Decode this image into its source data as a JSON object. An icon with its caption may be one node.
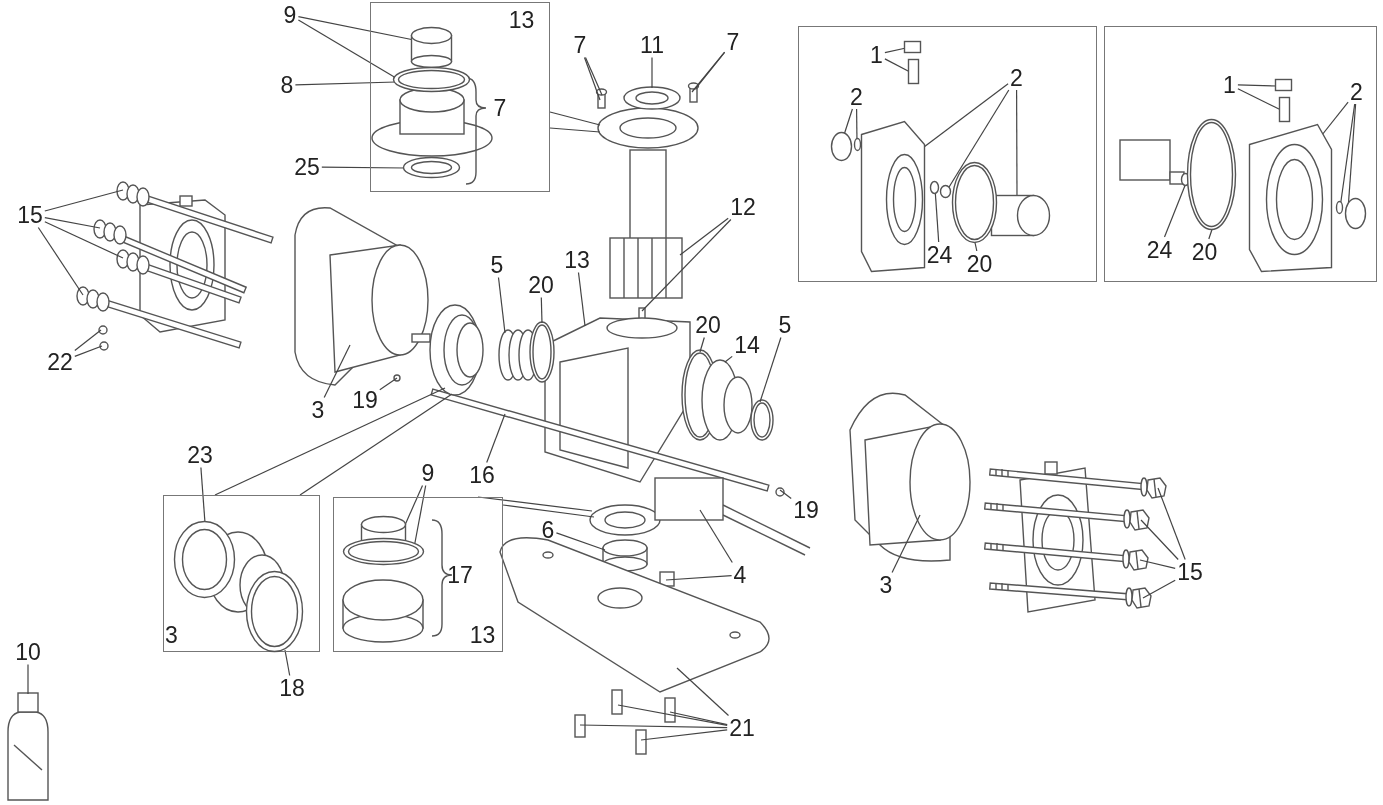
{
  "diagram": {
    "nodes": [
      {
        "text": [
          "9"
        ]
      },
      {
        "text": [
          "13"
        ]
      },
      {
        "text": [
          "8"
        ]
      },
      {
        "text": [
          "25"
        ]
      },
      {
        "text": [
          "7"
        ]
      },
      {
        "text": [
          "11"
        ]
      },
      {
        "text": [
          "7"
        ]
      },
      {
        "text": [],
        "shape": "box"
      },
      {
        "text": [
          "1"
        ],
        "in": 7
      },
      {
        "text": [
          "2"
        ],
        "in": 7
      },
      {
        "text": [
          "2"
        ],
        "in": 7
      },
      {
        "text": [
          "24"
        ],
        "in": 7
      },
      {
        "text": [
          "20"
        ],
        "in": 7
      },
      {
        "text": [],
        "shape": "box"
      },
      {
        "text": [
          "1"
        ],
        "in": 13
      },
      {
        "text": [
          "2"
        ],
        "in": 13
      },
      {
        "text": [
          "24"
        ],
        "in": 13
      },
      {
        "text": [
          "20"
        ],
        "in": 13
      },
      {
        "text": [
          "12"
        ]
      },
      {
        "text": [
          "15"
        ]
      },
      {
        "text": [
          "5"
        ]
      },
      {
        "text": [
          "13"
        ]
      },
      {
        "text": [
          "20"
        ]
      },
      {
        "text": [
          "20"
        ]
      },
      {
        "text": [
          "14"
        ]
      },
      {
        "text": [
          "5"
        ]
      },
      {
        "text": [
          "22"
        ]
      },
      {
        "text": [
          "3"
        ]
      },
      {
        "text": [
          "19"
        ]
      },
      {
        "text": [
          "16"
        ]
      },
      {
        "text": [
          "23"
        ]
      },
      {
        "text": [
          "9"
        ]
      },
      {
        "text": [
          "3"
        ]
      },
      {
        "text": [
          "13"
        ]
      },
      {
        "text": [
          "19"
        ]
      },
      {
        "text": [
          "6"
        ]
      },
      {
        "text": [
          "4"
        ]
      },
      {
        "text": [
          "3"
        ]
      },
      {
        "text": [
          "15"
        ]
      },
      {
        "text": [
          "10"
        ]
      },
      {
        "text": [
          "18"
        ]
      },
      {
        "text": [
          "21"
        ]
      },
      {
        "text": [],
        "shape": "cylinder",
        "in": 1
      },
      {
        "text": [],
        "shape": "circle",
        "in": 1
      },
      {
        "text": [],
        "shape": "circle",
        "in": 1
      },
      {
        "text": [],
        "shape": "circle"
      },
      {
        "text": [],
        "shape": "cylinder"
      },
      {
        "text": [],
        "shape": "circle"
      },
      {
        "text": [],
        "shape": "cylinder"
      },
      {
        "text": [],
        "shape": "box",
        "in": 7
      },
      {
        "text": [],
        "shape": "box",
        "in": 7
      },
      {
        "text": [],
        "shape": "circle",
        "in": 7
      },
      {
        "text": [],
        "shape": "circle",
        "in": 7
      },
      {
        "text": [],
        "shape": "picture",
        "in": 7
      },
      {
        "text": [],
        "shape": "circle",
        "in": 7
      },
      {
        "text": [],
        "shape": "cylinder",
        "in": 7
      },
      {
        "text": [],
        "shape": "circle",
        "in": 7
      },
      {
        "text": [],
        "shape": "circle",
        "in": 7
      },
      {
        "text": [],
        "shape": "box",
        "in": 13
      },
      {
        "text": [],
        "shape": "box",
        "in": 13
      },
      {
        "text": [],
        "shape": "picture",
        "in": 13
      },
      {
        "text": [],
        "shape": "circle",
        "in": 13
      },
      {
        "text": [],
        "shape": "circle",
        "in": 13
      },
      {
        "text": [],
        "shape": "circle",
        "in": 13
      },
      {
        "text": [],
        "shape": "circle",
        "in": 13
      },
      {
        "text": [],
        "shape": "picture"
      },
      {
        "text": [],
        "shape": "box"
      },
      {
        "text": [],
        "shape": "picture"
      },
      {
        "text": [],
        "shape": "picture"
      },
      {
        "text": [],
        "shape": "picture"
      },
      {
        "text": [],
        "shape": "picture"
      },
      {
        "text": [],
        "shape": "picture"
      },
      {
        "text": [],
        "shape": "picture"
      },
      {
        "text": [],
        "shape": "circle"
      },
      {
        "text": [],
        "shape": "circle"
      },
      {
        "text": [],
        "shape": "circle"
      },
      {
        "text": [],
        "shape": "circle"
      },
      {
        "text": [],
        "shape": "circle"
      },
      {
        "text": [],
        "shape": "circle"
      },
      {
        "text": [],
        "shape": "picture"
      },
      {
        "text": [],
        "shape": "circle"
      },
      {
        "text": [],
        "shape": "bar"
      },
      {
        "text": [],
        "shape": "circle",
        "in": 32
      },
      {
        "text": [],
        "shape": "cylinder",
        "in": 33
      },
      {
        "text": [],
        "shape": "circle",
        "in": 33
      },
      {
        "text": [],
        "shape": "circle"
      },
      {
        "text": [],
        "shape": "circle"
      },
      {
        "text": [],
        "shape": "circle"
      },
      {
        "text": [],
        "shape": "cylinder"
      },
      {
        "text": [],
        "shape": "box"
      },
      {
        "text": [],
        "shape": "box"
      },
      {
        "text": [],
        "shape": "picture"
      },
      {
        "text": [],
        "shape": "picture"
      },
      {
        "text": [],
        "shape": "picture"
      },
      {
        "text": [],
        "shape": "picture"
      },
      {
        "text": [],
        "shape": "picture"
      },
      {
        "text": [],
        "shape": "picture"
      },
      {
        "text": [],
        "shape": "circle",
        "in": 32
      },
      {
        "text": [],
        "shape": "picture"
      },
      {
        "text": [],
        "shape": "box"
      },
      {
        "text": [],
        "shape": "box"
      },
      {
        "text": [],
        "shape": "box"
      },
      {
        "text": [],
        "shape": "box"
      }
    ],
    "edges": [
      {
        "from": 0,
        "to": 42,
        "arrow": "none"
      },
      {
        "from": 0,
        "to": 43,
        "arrow": "none"
      },
      {
        "from": 1,
        "to": 45,
        "arrow": "none"
      },
      {
        "from": 1,
        "to": 45,
        "arrow": "none"
      },
      {
        "from": 2,
        "to": 43,
        "arrow": "none"
      },
      {
        "from": 3,
        "to": 44,
        "arrow": "none"
      },
      {
        "from": 4,
        "to": 46,
        "arrow": "none"
      },
      {
        "from": 4,
        "to": 46,
        "arrow": "none"
      },
      {
        "from": 5,
        "to": 47,
        "arrow": "none"
      },
      {
        "from": 6,
        "to": 48,
        "arrow": "none"
      },
      {
        "from": 6,
        "to": 48,
        "arrow": "none"
      },
      {
        "from": 8,
        "to": 49,
        "arrow": "none"
      },
      {
        "from": 8,
        "to": 50,
        "arrow": "none"
      },
      {
        "from": 9,
        "to": 51,
        "arrow": "none"
      },
      {
        "from": 9,
        "to": 52,
        "arrow": "none"
      },
      {
        "from": 10,
        "to": 53,
        "arrow": "none"
      },
      {
        "from": 10,
        "to": 54,
        "arrow": "none"
      },
      {
        "from": 10,
        "to": 55,
        "arrow": "none"
      },
      {
        "from": 11,
        "to": 56,
        "arrow": "none"
      },
      {
        "from": 12,
        "to": 57,
        "arrow": "none"
      },
      {
        "from": 14,
        "to": 58,
        "arrow": "none"
      },
      {
        "from": 14,
        "to": 59,
        "arrow": "none"
      },
      {
        "from": 15,
        "to": 60,
        "arrow": "none"
      },
      {
        "from": 15,
        "to": 61,
        "arrow": "none"
      },
      {
        "from": 15,
        "to": 62,
        "arrow": "none"
      },
      {
        "from": 16,
        "to": 63,
        "arrow": "none"
      },
      {
        "from": 17,
        "to": 64,
        "arrow": "none"
      },
      {
        "from": 18,
        "to": 65,
        "arrow": "none"
      },
      {
        "from": 18,
        "to": 66,
        "arrow": "none"
      },
      {
        "from": 19,
        "to": 67,
        "arrow": "none"
      },
      {
        "from": 19,
        "to": 68,
        "arrow": "none"
      },
      {
        "from": 19,
        "to": 69,
        "arrow": "none"
      },
      {
        "from": 19,
        "to": 70,
        "arrow": "none"
      },
      {
        "from": 20,
        "to": 71,
        "arrow": "none"
      },
      {
        "from": 21,
        "to": 72,
        "arrow": "none"
      },
      {
        "from": 22,
        "to": 73,
        "arrow": "none"
      },
      {
        "from": 23,
        "to": 74,
        "arrow": "none"
      },
      {
        "from": 24,
        "to": 75,
        "arrow": "none"
      },
      {
        "from": 25,
        "to": 76,
        "arrow": "none"
      },
      {
        "from": 26,
        "to": 77,
        "arrow": "none"
      },
      {
        "from": 26,
        "to": 78,
        "arrow": "none"
      },
      {
        "from": 27,
        "to": 79,
        "arrow": "none"
      },
      {
        "from": 28,
        "to": 80,
        "arrow": "none"
      },
      {
        "from": 29,
        "to": 81,
        "arrow": "none"
      },
      {
        "from": 30,
        "to": 82,
        "arrow": "none"
      },
      {
        "from": 31,
        "to": 83,
        "arrow": "none"
      },
      {
        "from": 31,
        "to": 84,
        "arrow": "none"
      },
      {
        "from": 32,
        "to": 85,
        "arrow": "none"
      },
      {
        "from": 32,
        "to": 85,
        "arrow": "none"
      },
      {
        "from": 33,
        "to": 86,
        "arrow": "none"
      },
      {
        "from": 33,
        "to": 86,
        "arrow": "none"
      },
      {
        "from": 34,
        "to": 87,
        "arrow": "none"
      },
      {
        "from": 35,
        "to": 88,
        "arrow": "none"
      },
      {
        "from": 36,
        "to": 89,
        "arrow": "none"
      },
      {
        "from": 36,
        "to": 90,
        "arrow": "none"
      },
      {
        "from": 37,
        "to": 91,
        "arrow": "none"
      },
      {
        "from": 38,
        "to": 92,
        "arrow": "none"
      },
      {
        "from": 38,
        "to": 93,
        "arrow": "none"
      },
      {
        "from": 38,
        "to": 94,
        "arrow": "none"
      },
      {
        "from": 38,
        "to": 95,
        "arrow": "none"
      },
      {
        "from": 39,
        "to": 96,
        "arrow": "none"
      },
      {
        "from": 40,
        "to": 97,
        "arrow": "none"
      },
      {
        "from": 41,
        "to": 98,
        "arrow": "none"
      },
      {
        "from": 41,
        "to": 99,
        "arrow": "none"
      },
      {
        "from": 41,
        "to": 100,
        "arrow": "none"
      },
      {
        "from": 41,
        "to": 101,
        "arrow": "none"
      },
      {
        "from": 41,
        "to": 102,
        "arrow": "none"
      }
    ],
    "labels": [
      "7",
      "17"
    ]
  }
}
